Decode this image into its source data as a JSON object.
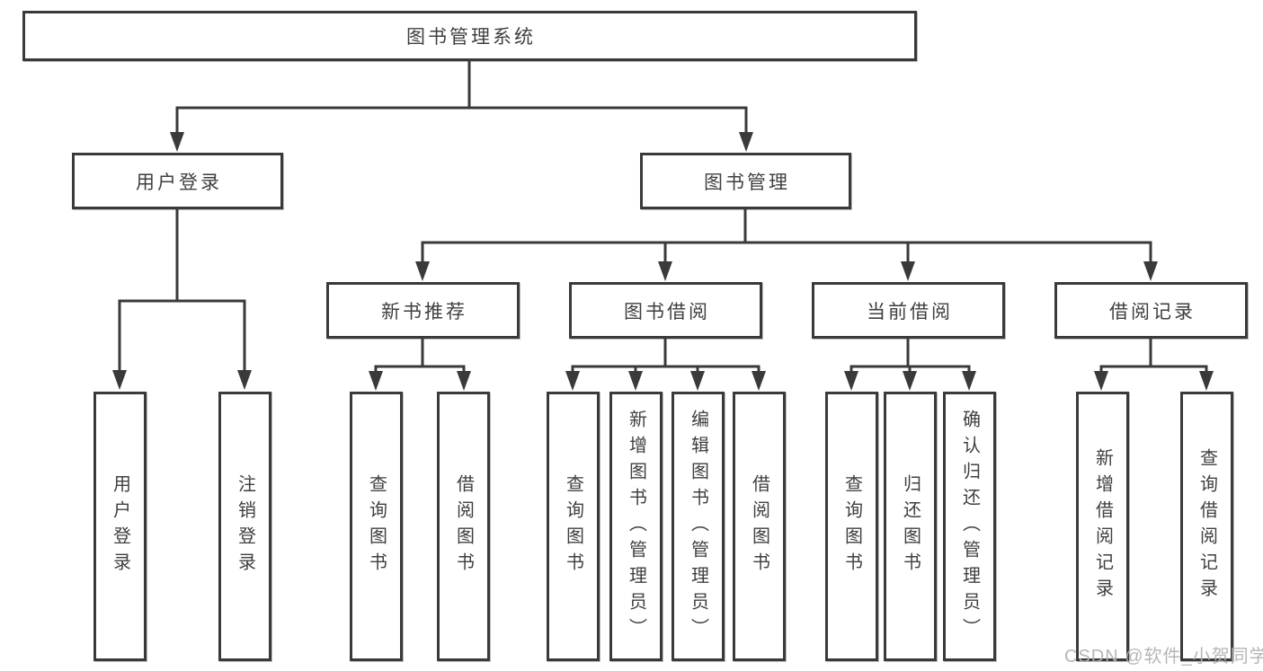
{
  "diagram": {
    "root": {
      "label": "图书管理系统"
    },
    "branches": [
      {
        "label": "用户登录",
        "children": [
          "用户登录",
          "注销登录"
        ]
      },
      {
        "label": "图书管理",
        "sections": [
          {
            "label": "新书推荐",
            "children": [
              "查询图书",
              "借阅图书"
            ]
          },
          {
            "label": "图书借阅",
            "children": [
              "查询图书",
              "新增图书（管理员）",
              "编辑图书（管理员）",
              "借阅图书"
            ]
          },
          {
            "label": "当前借阅",
            "children": [
              "查询图书",
              "归还图书",
              "确认归还（管理员）"
            ]
          },
          {
            "label": "借阅记录",
            "children": [
              "新增借阅记录",
              "查询借阅记录"
            ]
          }
        ]
      }
    ]
  },
  "watermark": "CSDN @软件_小贺同学",
  "colors": {
    "line": "#3a3a3a",
    "box_border": "#3a3a3a",
    "box_fill": "#ffffff",
    "text": "#3f3f3f",
    "watermark": "#b2b2b2"
  }
}
